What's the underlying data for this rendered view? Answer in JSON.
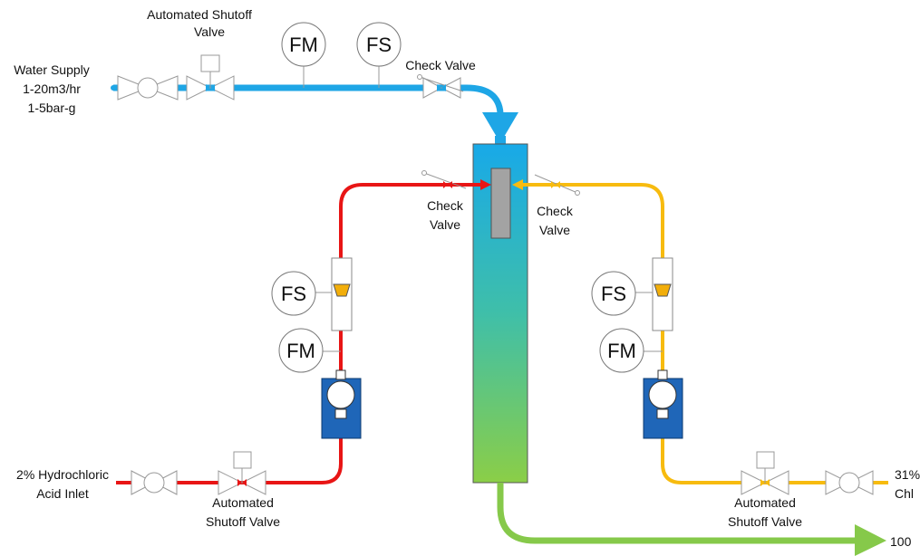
{
  "colors": {
    "water": "#1ea6e6",
    "acid": "#e81515",
    "hypochlorite": "#f7bb0f",
    "product": "#86c94a",
    "pump": "#1f66b8",
    "column_top": "#18a9e8",
    "column_bottom": "#8bce47"
  },
  "water_line": {
    "inlet_label": [
      "Water Supply",
      "1-20m3/hr",
      "1-5bar-g"
    ],
    "shutoff_label": [
      "Automated Shutoff",
      "Valve"
    ],
    "flowmeter": "FM",
    "flowswitch": "FS",
    "check_label": "Check Valve"
  },
  "acid_line": {
    "inlet_label": [
      "2% Hydrochloric",
      "Acid Inlet"
    ],
    "shutoff_label": [
      "Automated",
      "Shutoff Valve"
    ],
    "flowmeter": "FM",
    "flowswitch": "FS",
    "check_label": [
      "Check",
      "Valve"
    ]
  },
  "hypo_line": {
    "inlet_label": [
      "31%",
      "Chl"
    ],
    "shutoff_label": [
      "Automated",
      "Shutoff Valve"
    ],
    "flowmeter": "FM",
    "flowswitch": "FS",
    "check_label": [
      "Check",
      "Valve"
    ]
  },
  "outlet_label": "100"
}
